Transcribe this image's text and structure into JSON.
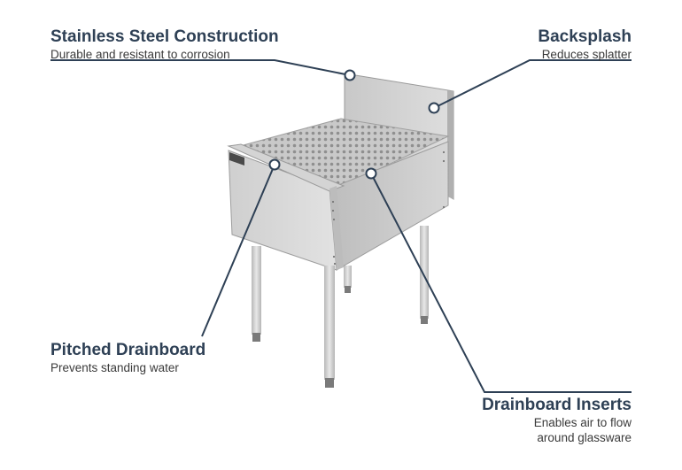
{
  "callouts": {
    "steel": {
      "title": "Stainless Steel Construction",
      "desc": "Durable and resistant to corrosion"
    },
    "backsplash": {
      "title": "Backsplash",
      "desc": "Reduces splatter"
    },
    "pitched": {
      "title": "Pitched Drainboard",
      "desc": "Prevents standing water"
    },
    "inserts": {
      "title": "Drainboard Inserts",
      "desc_line1": "Enables air to flow",
      "desc_line2": "around glassware"
    }
  },
  "colors": {
    "accent": "#2e4055",
    "steel_light": "#d9d9d9",
    "steel_mid": "#c4c4c4",
    "steel_dark": "#a8a8a8"
  }
}
